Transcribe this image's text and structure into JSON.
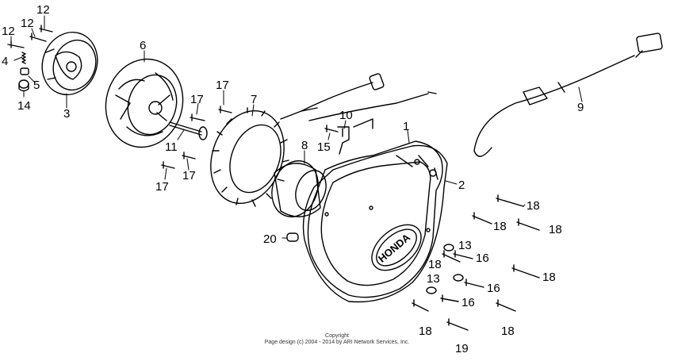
{
  "copyright": {
    "line1": "Copyright",
    "line2": "Page design (c) 2004 - 2014 by ARI Network Services, Inc."
  },
  "callouts": [
    {
      "id": "c12a",
      "text": "12"
    },
    {
      "id": "c12b",
      "text": "12"
    },
    {
      "id": "c12c",
      "text": "12"
    },
    {
      "id": "c4",
      "text": "4"
    },
    {
      "id": "c5",
      "text": "5"
    },
    {
      "id": "c14",
      "text": "14"
    },
    {
      "id": "c3",
      "text": "3"
    },
    {
      "id": "c6",
      "text": "6"
    },
    {
      "id": "c17a",
      "text": "17"
    },
    {
      "id": "c17b",
      "text": "17"
    },
    {
      "id": "c17c",
      "text": "17"
    },
    {
      "id": "c17d",
      "text": "17"
    },
    {
      "id": "c7",
      "text": "7"
    },
    {
      "id": "c11",
      "text": "11"
    },
    {
      "id": "c10",
      "text": "10"
    },
    {
      "id": "c15",
      "text": "15"
    },
    {
      "id": "c8",
      "text": "8"
    },
    {
      "id": "c1",
      "text": "1"
    },
    {
      "id": "c2",
      "text": "2"
    },
    {
      "id": "c9",
      "text": "9"
    },
    {
      "id": "c20",
      "text": "20"
    },
    {
      "id": "c18a",
      "text": "18"
    },
    {
      "id": "c18b",
      "text": "18"
    },
    {
      "id": "c18c",
      "text": "18"
    },
    {
      "id": "c18d",
      "text": "18"
    },
    {
      "id": "c18e",
      "text": "18"
    },
    {
      "id": "c18f",
      "text": "18"
    },
    {
      "id": "c18g",
      "text": "18"
    },
    {
      "id": "c13a",
      "text": "13"
    },
    {
      "id": "c13b",
      "text": "13"
    },
    {
      "id": "c16a",
      "text": "16"
    },
    {
      "id": "c16b",
      "text": "16"
    },
    {
      "id": "c16c",
      "text": "16"
    },
    {
      "id": "c19",
      "text": "19"
    }
  ],
  "cover_badge": {
    "text": "HONDA"
  }
}
